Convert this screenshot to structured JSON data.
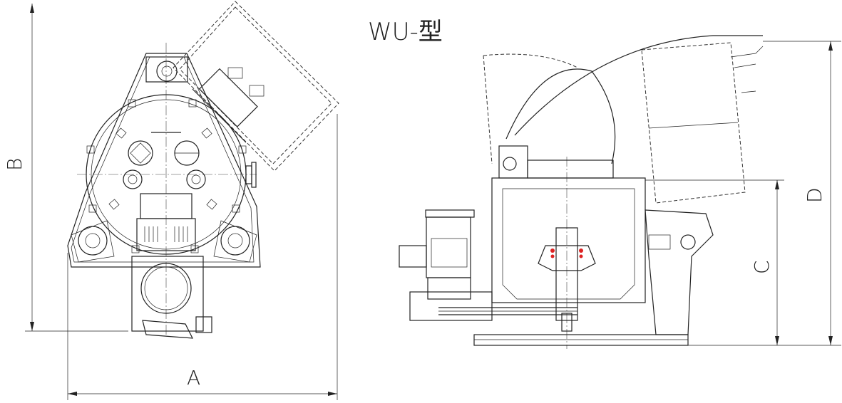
{
  "title": "WU-型",
  "dimensions": {
    "a": "A",
    "b": "B",
    "c": "C",
    "d": "D"
  },
  "colors": {
    "line": "#222222",
    "accent": "#dd2222"
  }
}
